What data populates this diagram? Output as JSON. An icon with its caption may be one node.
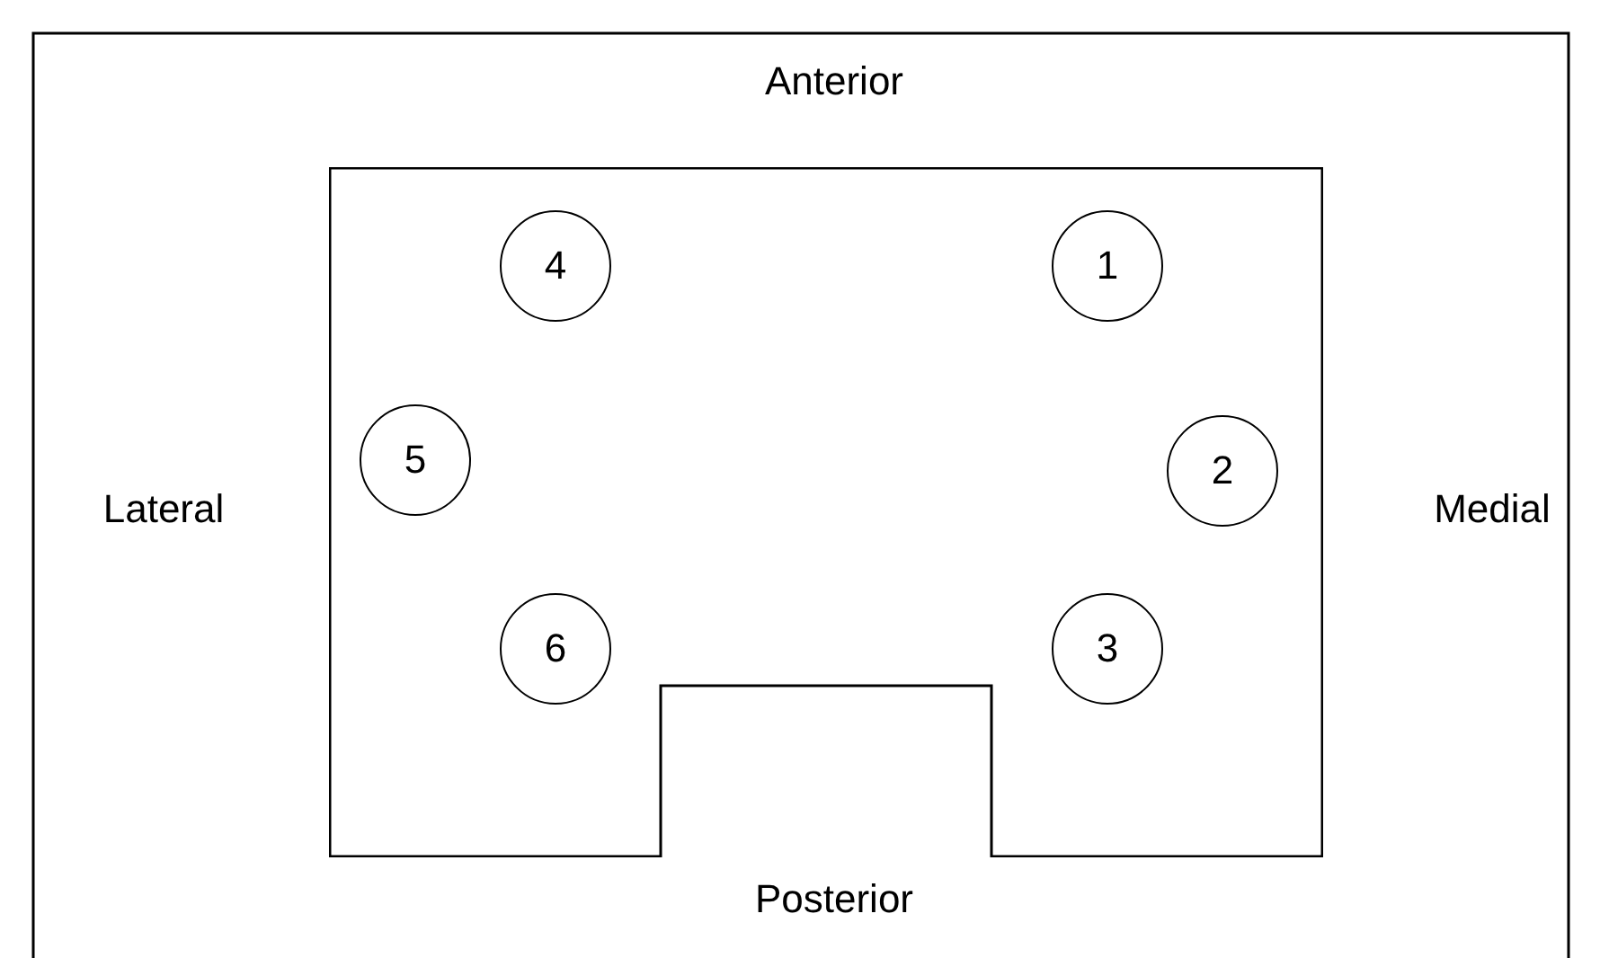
{
  "diagram": {
    "nodes": [
      {
        "text": [],
        "shape": "box"
      },
      {
        "text": [
          "4"
        ],
        "in": 0
      },
      {
        "text": [
          "1"
        ],
        "in": 0
      },
      {
        "text": [
          "5"
        ],
        "in": 0
      },
      {
        "text": [
          "2"
        ],
        "in": 0
      },
      {
        "text": [
          "6"
        ],
        "in": 0
      },
      {
        "text": [
          "3"
        ],
        "in": 0
      }
    ],
    "labels": [
      "Anterior",
      "Lateral",
      "Medial",
      "Posterior"
    ]
  }
}
